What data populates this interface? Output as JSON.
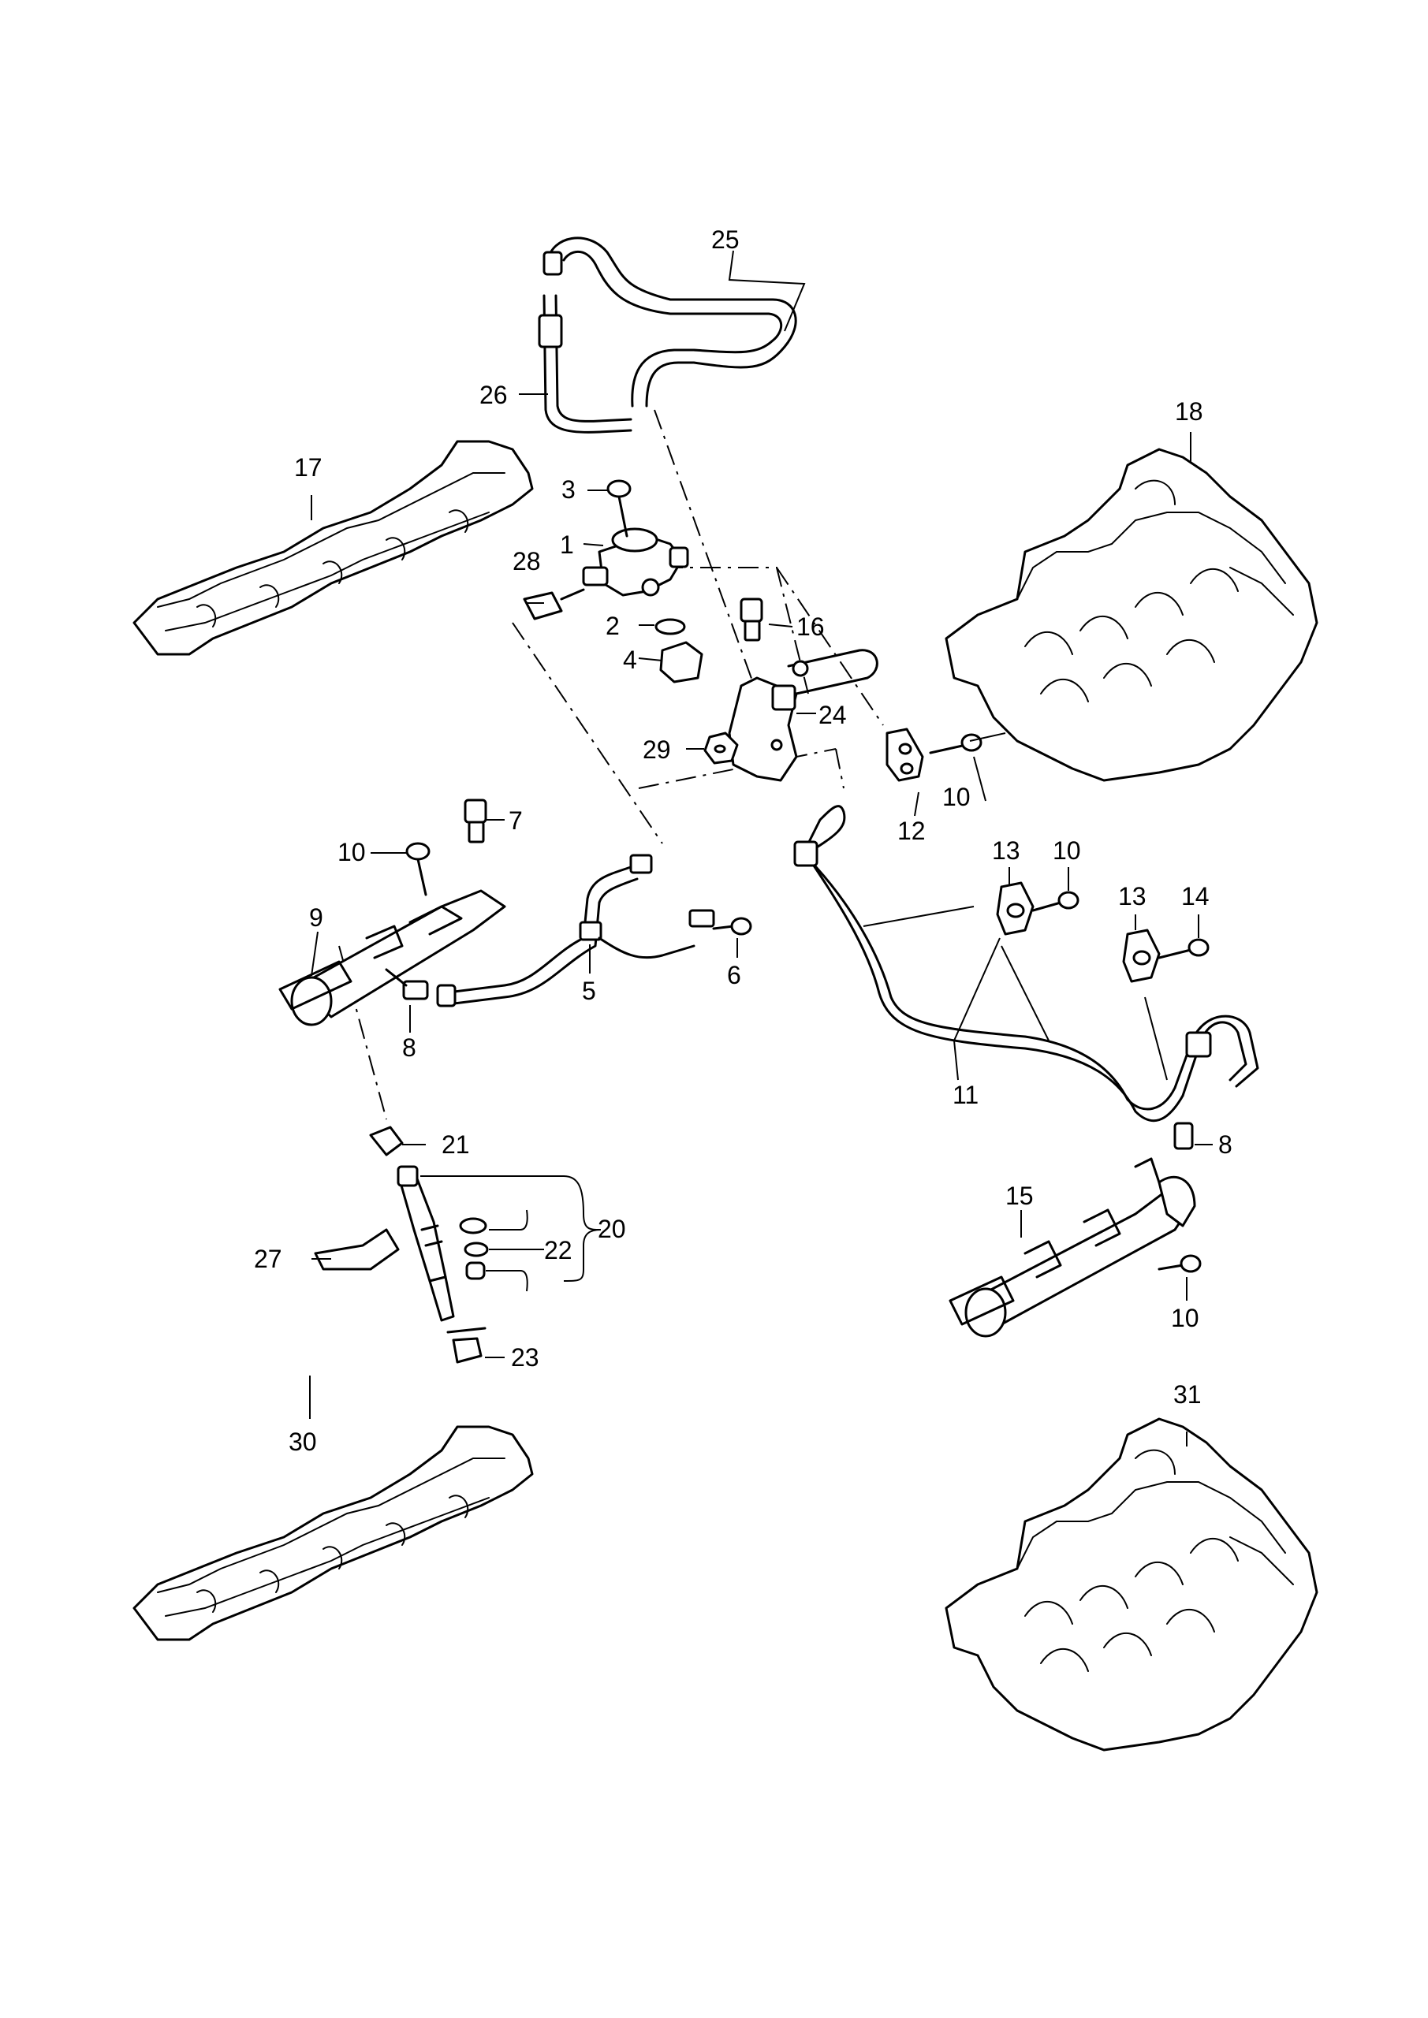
{
  "labels": {
    "n1": "1",
    "n2": "2",
    "n3": "3",
    "n4": "4",
    "n5": "5",
    "n6": "6",
    "n7": "7",
    "n8a": "8",
    "n8b": "8",
    "n9": "9",
    "n10a": "10",
    "n10b": "10",
    "n10c": "10",
    "n10d": "10",
    "n11": "11",
    "n12": "12",
    "n13a": "13",
    "n13b": "13",
    "n14": "14",
    "n15": "15",
    "n16": "16",
    "n17": "17",
    "n18": "18",
    "n20": "20",
    "n21": "21",
    "n22": "22",
    "n23": "23",
    "n24": "24",
    "n25": "25",
    "n26": "26",
    "n27": "27",
    "n28": "28",
    "n29": "29",
    "n30": "30",
    "n31": "31"
  },
  "colors": {
    "line": "#000000",
    "background": "#ffffff"
  }
}
